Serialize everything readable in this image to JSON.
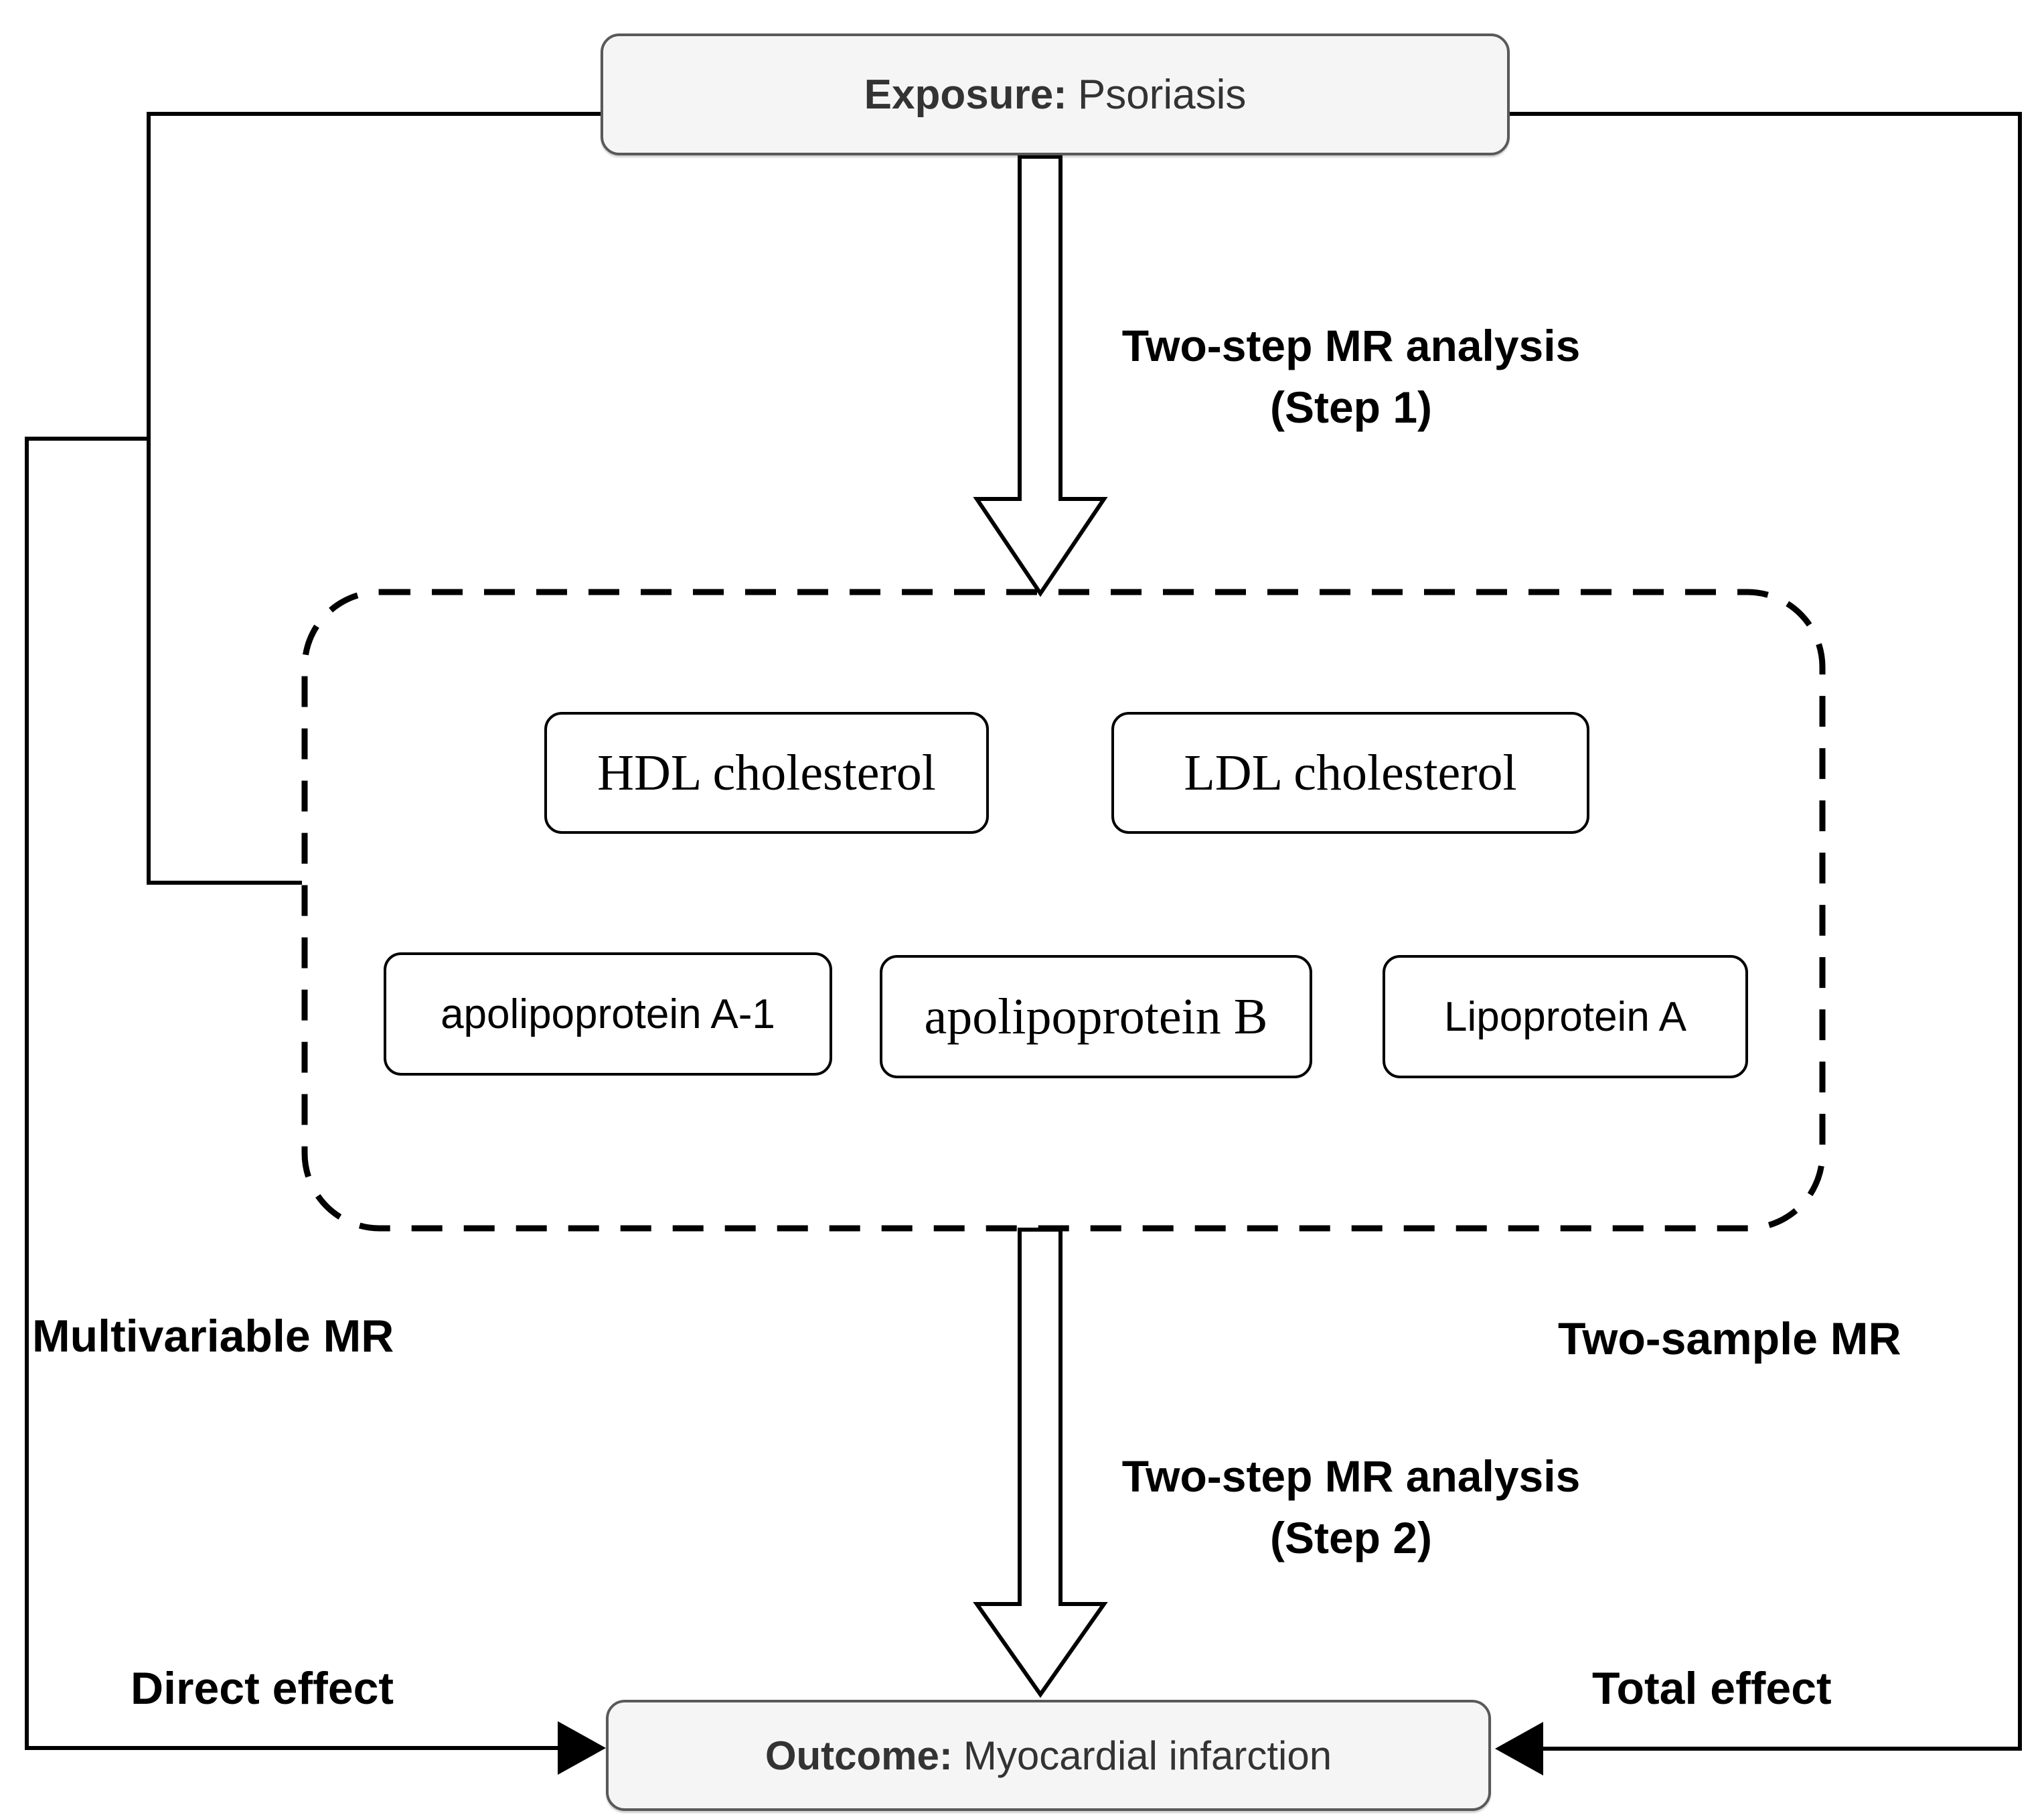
{
  "diagram": {
    "exposure": {
      "prefix": "Exposure:",
      "value": "Psoriasis"
    },
    "outcome": {
      "prefix": "Outcome:",
      "value": "Myocardial infarction"
    },
    "mediators": [
      {
        "label": "HDL cholesterol"
      },
      {
        "label": "LDL cholesterol"
      },
      {
        "label": "apolipoprotein A-1"
      },
      {
        "label": "apolipoprotein B"
      },
      {
        "label": "Lipoprotein A"
      }
    ],
    "step1_label": {
      "line1": "Two-step MR analysis",
      "line2": "(Step 1)"
    },
    "step2_label": {
      "line1": "Two-step MR analysis",
      "line2": "(Step 2)"
    },
    "left_method_label": "Multivariable MR",
    "right_method_label": "Two-sample MR",
    "direct_effect_label": "Direct effect",
    "total_effect_label": "Total effect",
    "colors": {
      "line": "#000000",
      "terminal_fill": "#f5f5f5",
      "terminal_border": "#595959",
      "terminal_text": "#333333",
      "mediator_border": "#000000"
    }
  }
}
